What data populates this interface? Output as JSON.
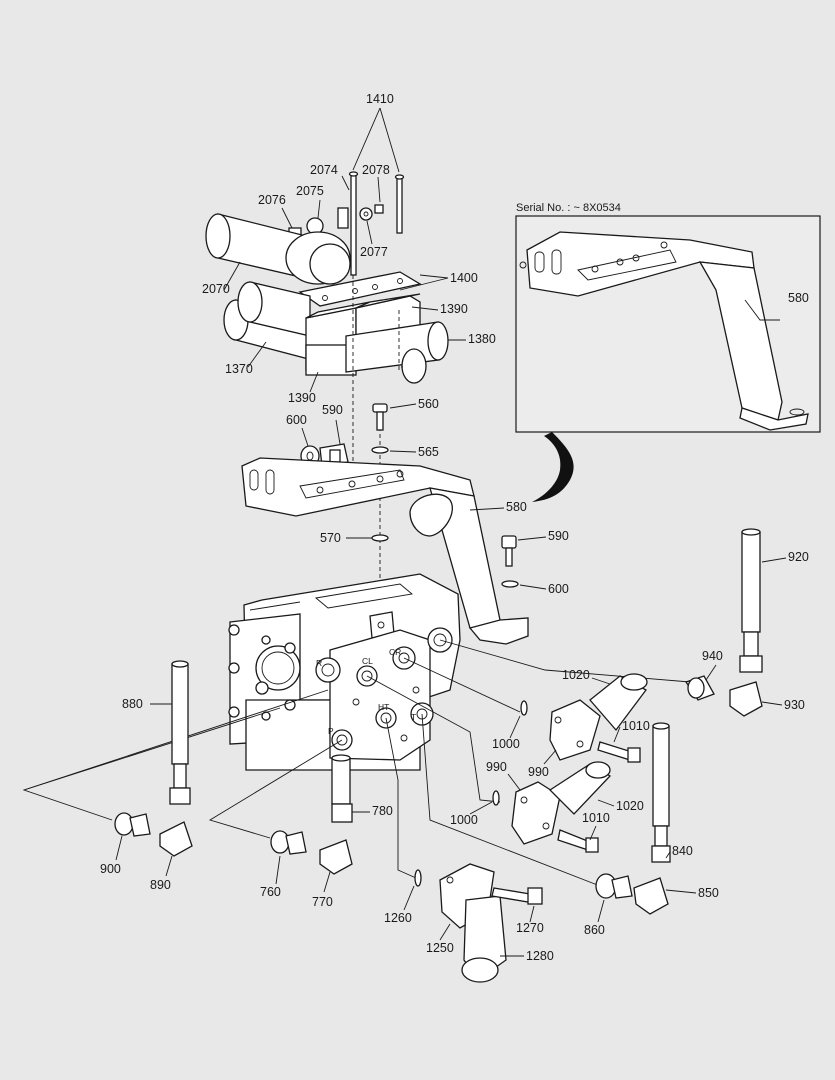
{
  "inset": {
    "serial_label": "Serial No. : ~ 8X0534",
    "bracket_callout": "580"
  },
  "ports": {
    "r": "R",
    "cl": "CL",
    "cr": "CR",
    "ht": "HT",
    "t": "T",
    "p": "P"
  },
  "callouts": {
    "c1410": "1410",
    "c2074": "2074",
    "c2078": "2078",
    "c2076": "2076",
    "c2075": "2075",
    "c2077": "2077",
    "c2070": "2070",
    "c1400": "1400",
    "c1390a": "1390",
    "c1380": "1380",
    "c1370": "1370",
    "c1390b": "1390",
    "c590a": "590",
    "c560": "560",
    "c600a": "600",
    "c565": "565",
    "c580": "580",
    "c570": "570",
    "c590b": "590",
    "c600b": "600",
    "c920": "920",
    "c940": "940",
    "c930": "930",
    "c1020a": "1020",
    "c880": "880",
    "c1010a": "1010",
    "c1000a": "1000",
    "c990a": "990",
    "c990b": "990",
    "c1020b": "1020",
    "c1000b": "1000",
    "c1010b": "1010",
    "c780": "780",
    "c840": "840",
    "c900": "900",
    "c890": "890",
    "c760": "760",
    "c770": "770",
    "c850": "850",
    "c1260": "1260",
    "c1270": "1270",
    "c860": "860",
    "c1250": "1250",
    "c1280": "1280"
  }
}
